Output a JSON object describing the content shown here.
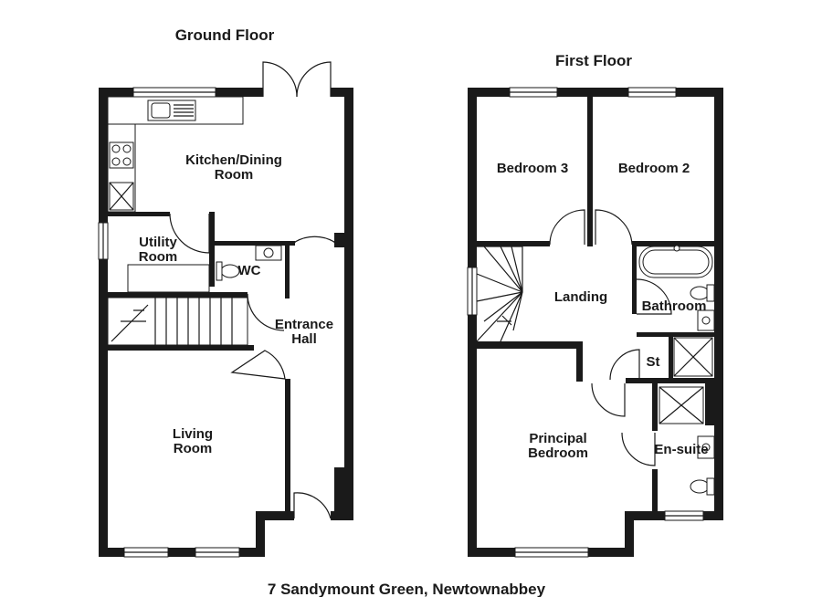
{
  "floors": {
    "ground": {
      "title": "Ground Floor",
      "rooms": {
        "kitchen": [
          "Kitchen/Dining",
          "Room"
        ],
        "utility": [
          "Utility",
          "Room"
        ],
        "wc": "WC",
        "entrance": [
          "Entrance",
          "Hall"
        ],
        "living": [
          "Living",
          "Room"
        ]
      }
    },
    "first": {
      "title": "First Floor",
      "rooms": {
        "bedroom3": "Bedroom 3",
        "bedroom2": "Bedroom 2",
        "landing": "Landing",
        "bathroom": "Bathroom",
        "store": "St",
        "principal": [
          "Principal",
          "Bedroom"
        ],
        "ensuite": "En-suite"
      }
    }
  },
  "address": "7 Sandymount Green, Newtownabbey",
  "colors": {
    "wall": "#1a1a1a",
    "background": "#ffffff"
  }
}
